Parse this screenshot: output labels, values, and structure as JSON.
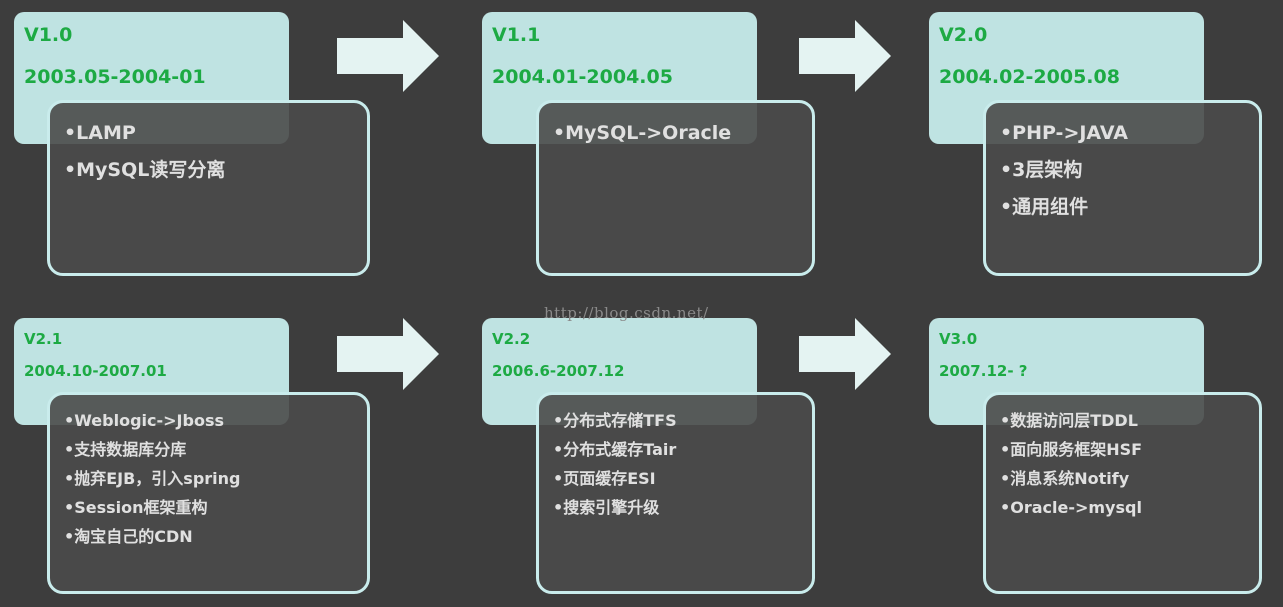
{
  "stages": [
    {
      "version": "V1.0",
      "period": "2003.05-2004-01",
      "items": [
        "•LAMP",
        "•MySQL读写分离"
      ]
    },
    {
      "version": "V1.1",
      "period": "2004.01-2004.05",
      "items": [
        "•MySQL->Oracle"
      ]
    },
    {
      "version": "V2.0",
      "period": "2004.02-2005.08",
      "items": [
        "•PHP->JAVA",
        "•3层架构",
        "•通用组件"
      ]
    },
    {
      "version": "V2.1",
      "period": "2004.10-2007.01",
      "items": [
        "•Weblogic->Jboss",
        "•支持数据库分库",
        "•抛弃EJB，引入spring",
        "•Session框架重构",
        "•淘宝自己的CDN"
      ]
    },
    {
      "version": "V2.2",
      "period": "2006.6-2007.12",
      "items": [
        "•分布式存储TFS",
        "•分布式缓存Tair",
        "•页面缓存ESI",
        "•搜索引擎升级"
      ]
    },
    {
      "version": "V3.0",
      "period": "2007.12- ?",
      "items": [
        "•数据访问层TDDL",
        "•面向服务框架HSF",
        "•消息系统Notify",
        "•Oracle->mysql"
      ]
    }
  ],
  "watermark": "http://blog.csdn.net/",
  "colors": {
    "background": "#3d3d3d",
    "tab": "#bfe3e2",
    "accent_green": "#1daa44",
    "panel_border": "#c9ecec",
    "arrow": "#e4f3f2"
  },
  "icons": {
    "arrow": "right-arrow-icon"
  }
}
